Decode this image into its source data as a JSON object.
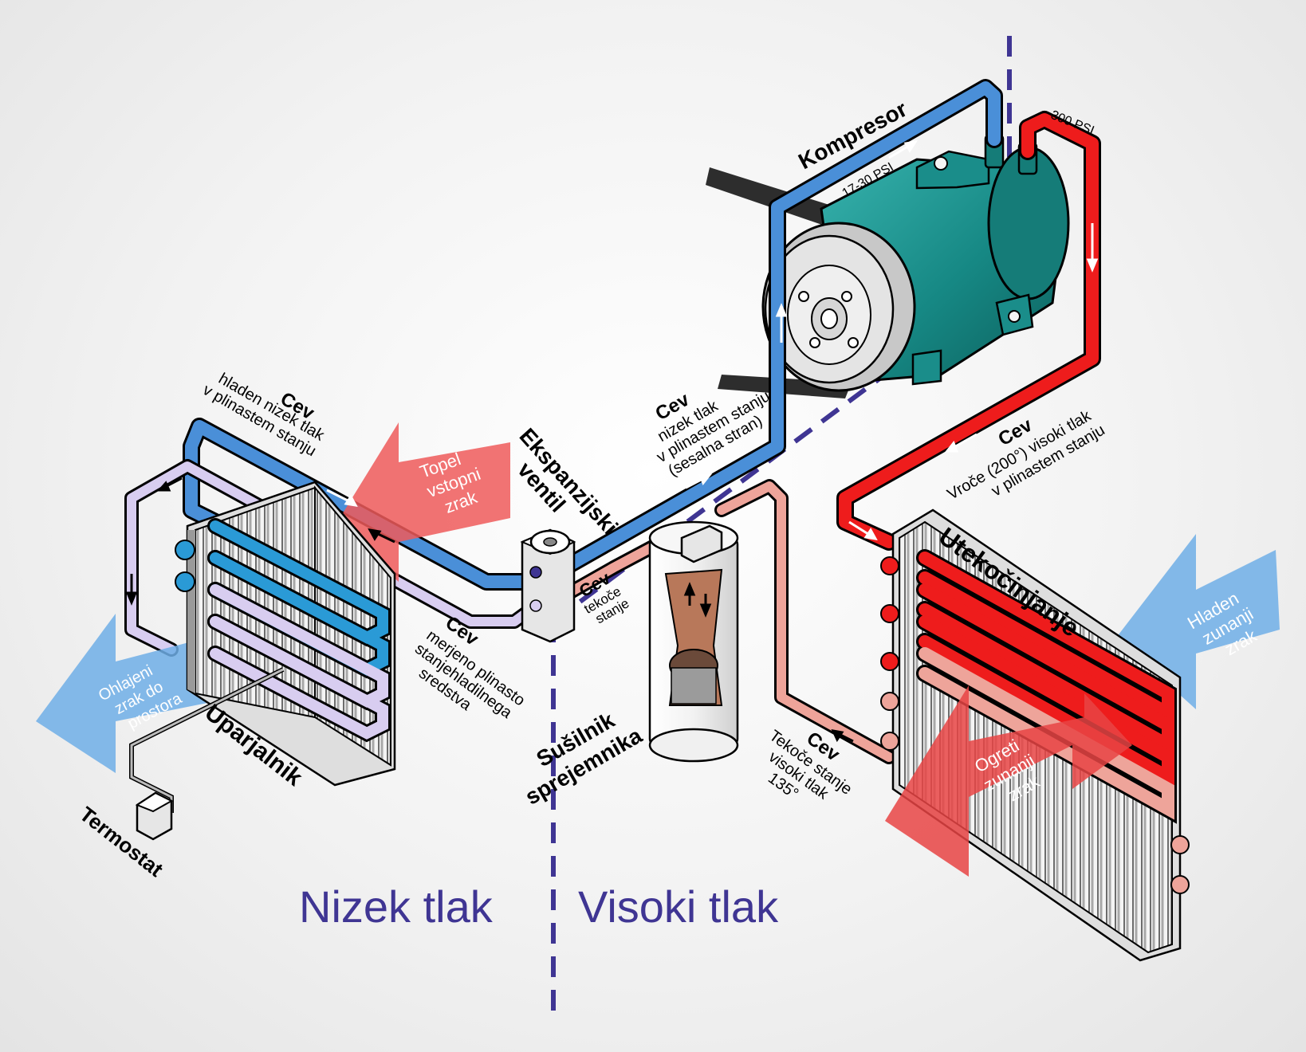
{
  "zones": {
    "low": "Nizek tlak",
    "high": "Visoki tlak"
  },
  "components": {
    "compressor": "Kompresor",
    "expansion_valve": [
      "Ekspanzijski",
      "ventil"
    ],
    "evaporator": "Uparjalnik",
    "thermostat": "Termostat",
    "condenser": "Utekočinjanje",
    "dryer": [
      "Sušilnik",
      "sprejemnika"
    ]
  },
  "pressures": {
    "low_side": "17-30 PSI",
    "high_side": "300 PSI"
  },
  "pipes": {
    "suction": {
      "title": "Cev",
      "lines": [
        "nizek tlak",
        "v plinastem stanju",
        "(sesalna stran)"
      ]
    },
    "hot_gas": {
      "title": "Cev",
      "lines": [
        "Vroče (200°) visoki tlak",
        "v plinastem stanju"
      ]
    },
    "liquid_hp": {
      "title": "Cev",
      "lines": [
        "Tekoče stanje",
        "visoki tlak",
        "135°"
      ]
    },
    "liquid_short": {
      "title": "Cev",
      "lines": [
        "tekoče",
        "stanje"
      ]
    },
    "cold_low": {
      "title": "Cev",
      "lines": [
        "hladen nizek tlak",
        "v plinastem stanju"
      ]
    },
    "metered": {
      "title": "Cev",
      "lines": [
        "merjeno plinasto",
        "stanjehladilnega",
        "sredstva"
      ]
    }
  },
  "airflows": {
    "warm_in": [
      "Topel",
      "vstopni",
      "zrak"
    ],
    "cooled_out": [
      "Ohlajeni",
      "zrak do",
      "prostora"
    ],
    "cold_outside": [
      "Hladen",
      "zunanji",
      "zrak"
    ],
    "heated_outside": [
      "Ogreti",
      "zunanji",
      "zrak"
    ]
  },
  "colors": {
    "low_pressure_pipe": "#4a8fd8",
    "metered_pipe": "#d8cdf0",
    "hot_gas_pipe": "#ee1c1c",
    "liquid_pipe": "#eea49a",
    "compressor_body": "#1a8d8a",
    "divider": "#3f3593"
  }
}
